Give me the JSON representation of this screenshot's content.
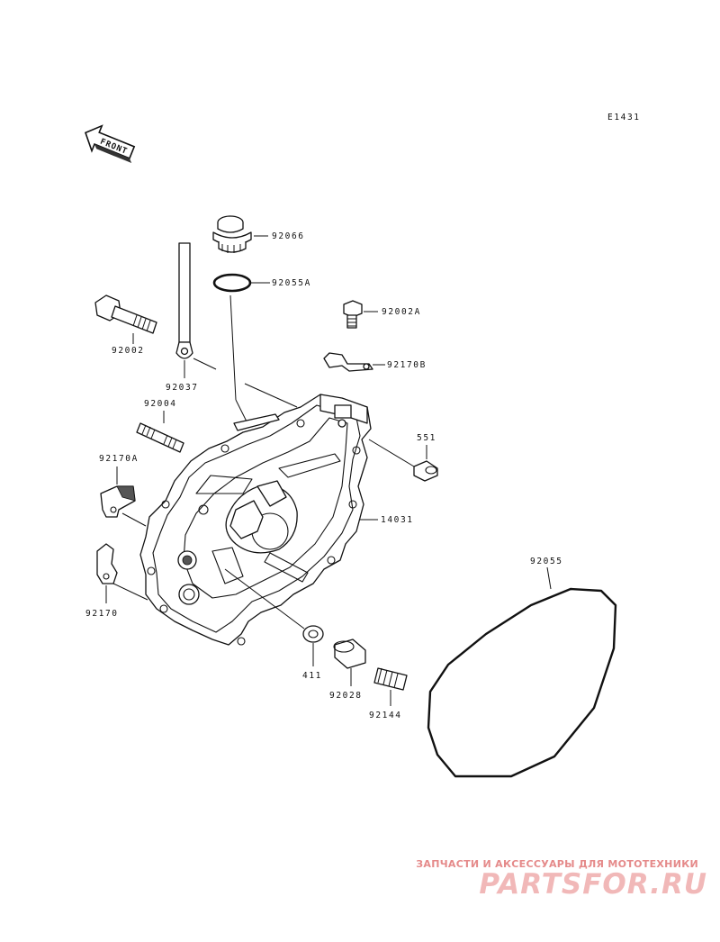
{
  "diagram": {
    "ref_code": "E1431",
    "front_label": "FRONT",
    "parts": {
      "p92066": "92066",
      "p92055A": "92055A",
      "p92002A": "92002A",
      "p92170B": "92170B",
      "p92002": "92002",
      "p92037": "92037",
      "p92004": "92004",
      "p551": "551",
      "p92170A": "92170A",
      "p14031": "14031",
      "p92055": "92055",
      "p92170": "92170",
      "p411": "411",
      "p92028": "92028",
      "p92144": "92144"
    }
  },
  "watermark": {
    "tagline": "ЗАПЧАСТИ И АКСЕССУАРЫ ДЛЯ МОТОТЕХНИКИ",
    "logo": "PARTSFOR.RU"
  }
}
